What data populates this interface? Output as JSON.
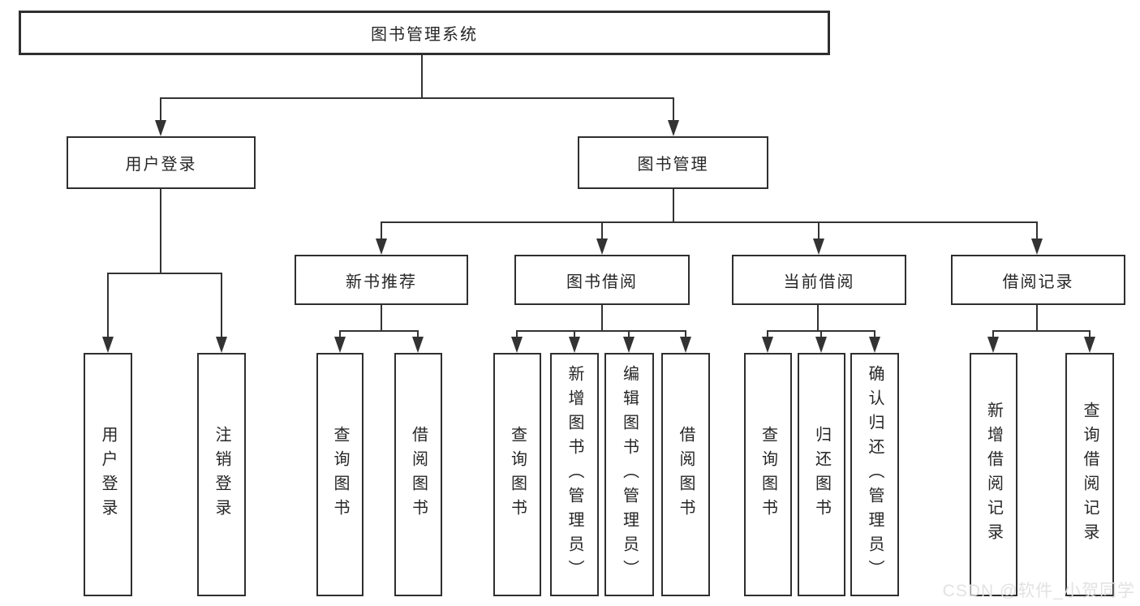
{
  "diagram": {
    "root": {
      "label": "图书管理系统"
    },
    "level2": [
      {
        "label": "用户登录"
      },
      {
        "label": "图书管理"
      }
    ],
    "level3": [
      {
        "label": "新书推荐"
      },
      {
        "label": "图书借阅"
      },
      {
        "label": "当前借阅"
      },
      {
        "label": "借阅记录"
      }
    ],
    "leaves": {
      "user_login": [
        "用户登录",
        "注销登录"
      ],
      "new_book": [
        "查询图书",
        "借阅图书"
      ],
      "book_borrow": [
        "查询图书",
        "新增图书（管理员）",
        "编辑图书（管理员）",
        "借阅图书"
      ],
      "current_borrow": [
        "查询图书",
        "归还图书",
        "确认归还（管理员）"
      ],
      "borrow_records": [
        "新增借阅记录",
        "查询借阅记录"
      ]
    }
  },
  "watermark": {
    "text": "CSDN @软件_小贺同学"
  },
  "colors": {
    "line": "#333333",
    "border": "#2f2f2f",
    "text": "#262626",
    "watermark": "#e0e0e0"
  }
}
